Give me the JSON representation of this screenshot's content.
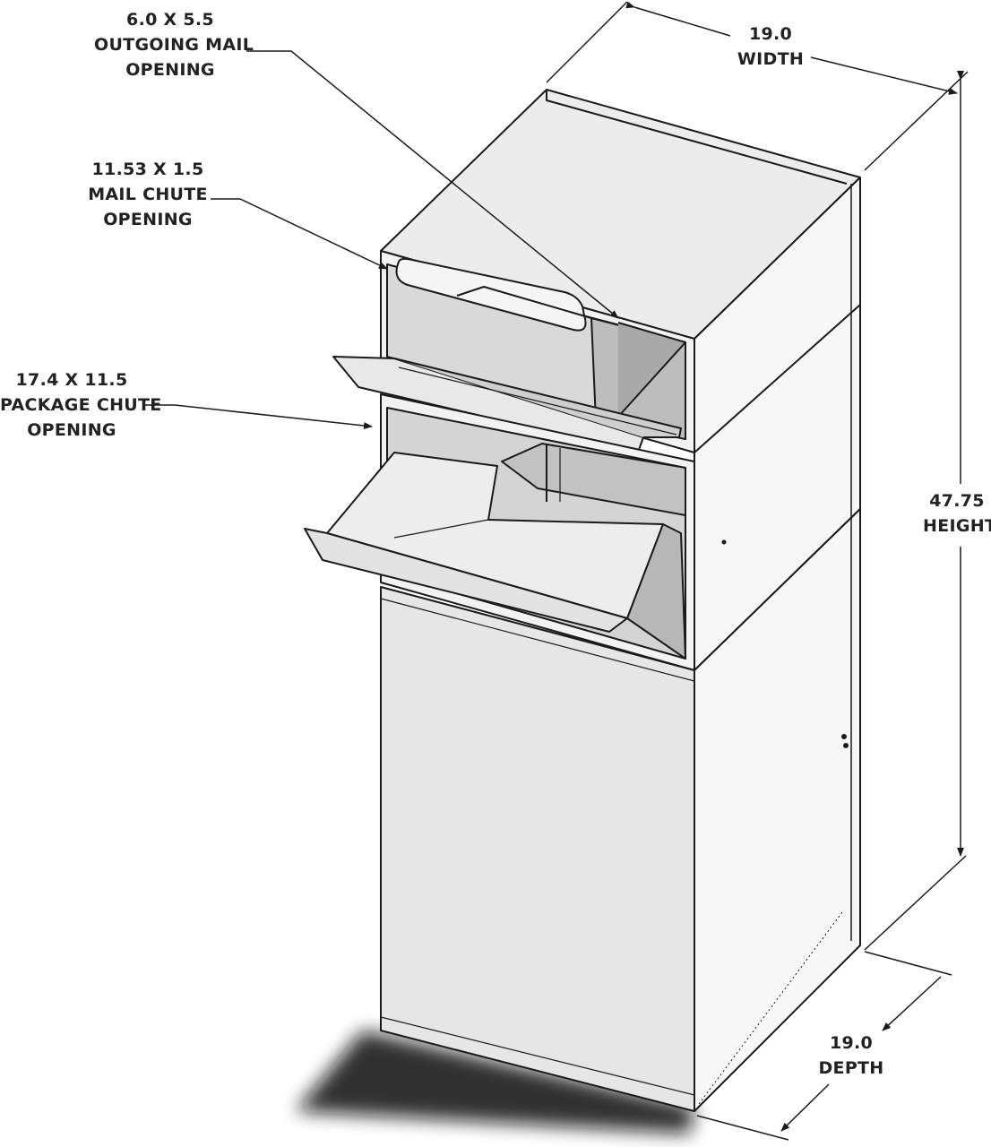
{
  "callouts": {
    "outgoing_mail": {
      "dimension": "6.0 X 5.5",
      "line1": "OUTGOING MAIL",
      "line2": "OPENING"
    },
    "mail_chute": {
      "dimension": "11.53 X 1.5",
      "line1": "MAIL CHUTE",
      "line2": "OPENING"
    },
    "package_chute": {
      "dimension": "17.4 X 11.5",
      "line1": "PACKAGE CHUTE",
      "line2": "OPENING"
    }
  },
  "dimensions": {
    "width": {
      "value": "19.0",
      "label": "WIDTH"
    },
    "height": {
      "value": "47.75",
      "label": "HEIGHT"
    },
    "depth": {
      "value": "19.0",
      "label": "DEPTH"
    }
  },
  "colors": {
    "line": "#1a1a1a",
    "top_face": "#ececec",
    "right_face": "#f7f7f7",
    "front_face": "#e6e6e6",
    "interior": "#cfcfcf",
    "shadow": "#111111"
  }
}
